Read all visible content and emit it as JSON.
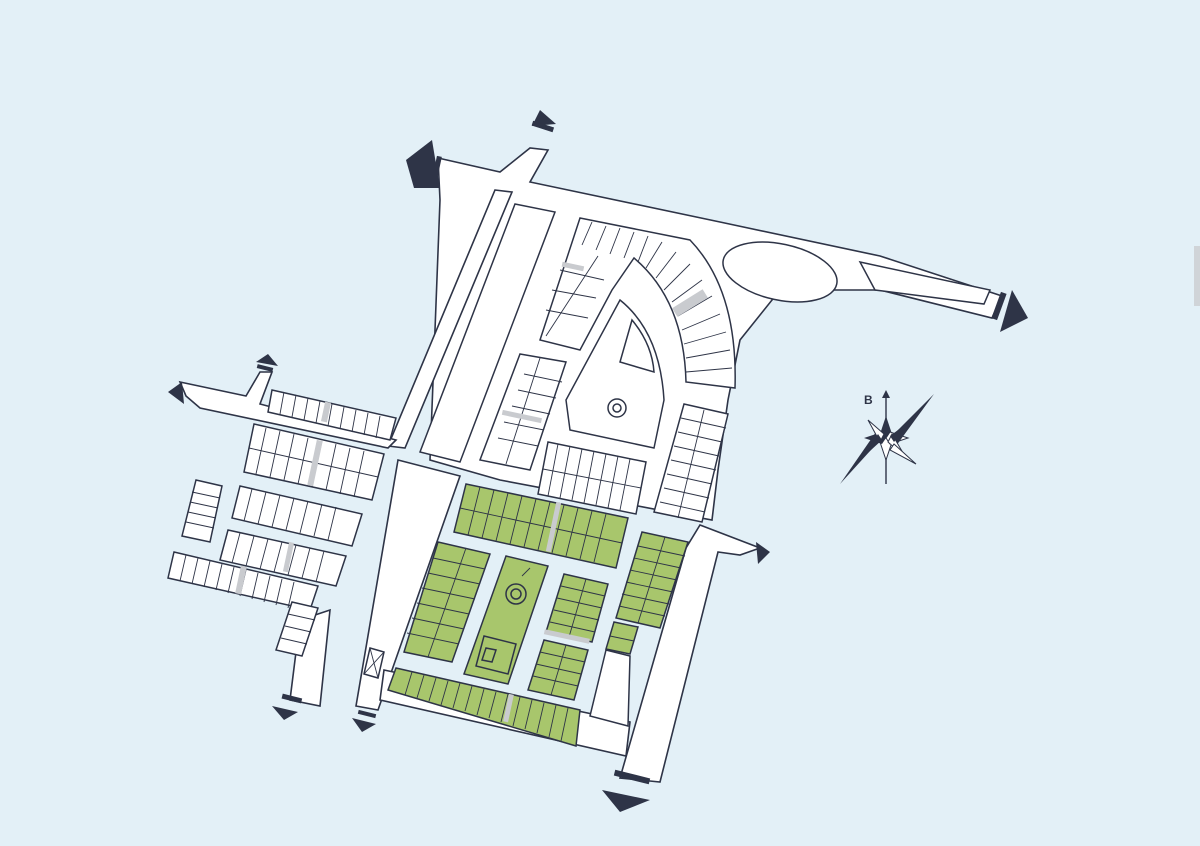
{
  "map": {
    "type": "site-plan",
    "colors": {
      "background": "#e3f0f7",
      "road": "#ffffff",
      "outline": "#2e3447",
      "highlight_block": "#a8c66c",
      "reserved_lot": "#c9cbcf"
    },
    "compass": {
      "north_label": "B"
    },
    "exit_arrows": 9,
    "highlighted_blocks": 8
  }
}
